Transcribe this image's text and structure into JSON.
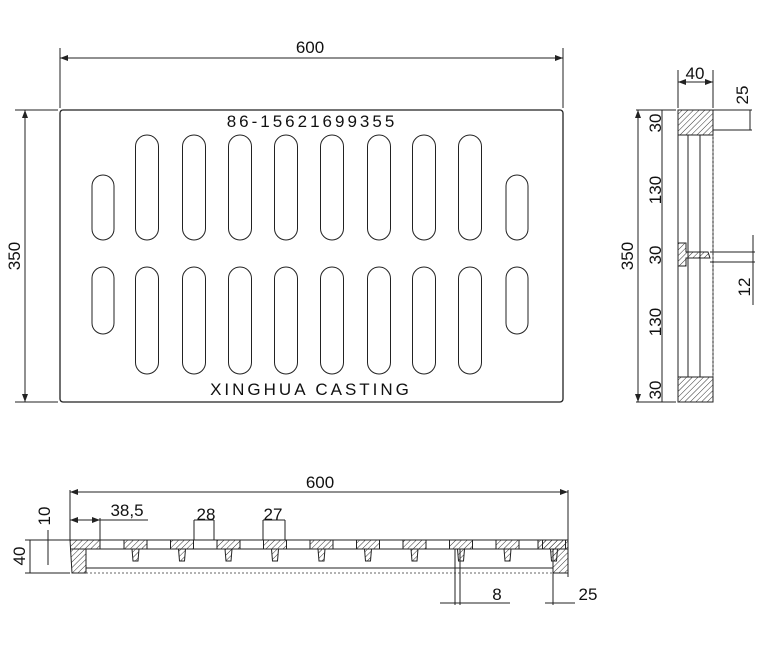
{
  "front_view": {
    "width_label": "600",
    "height_label": "350",
    "phone_text": "86-15621699355",
    "brand_text": "XINGHUA CASTING"
  },
  "side_view": {
    "thickness_label": "40",
    "top_offset_label": "25",
    "overall_label": "350",
    "segments": [
      "30",
      "130",
      "30",
      "130",
      "30"
    ],
    "rib_label": "12"
  },
  "section_view": {
    "width_label": "600",
    "top_thickness_label": "10",
    "depth_label": "40",
    "edge_label": "38,5",
    "bar_label": "28",
    "gap_label": "27",
    "rib_label": "8",
    "frame_label": "25"
  },
  "colors": {
    "line": "#222222",
    "background": "#ffffff"
  }
}
